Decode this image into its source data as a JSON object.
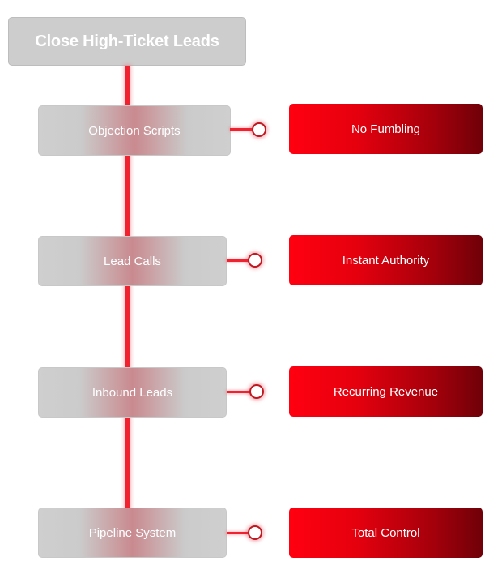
{
  "title": "Close High-Ticket Leads",
  "stages": [
    {
      "label": "Objection Scripts",
      "outcome": "No Fumbling"
    },
    {
      "label": "Lead Calls",
      "outcome": "Instant Authority"
    },
    {
      "label": "Inbound Leads",
      "outcome": "Recurring Revenue"
    },
    {
      "label": "Pipeline System",
      "outcome": "Total Control"
    }
  ],
  "colors": {
    "connector": "#f0222f",
    "stage_box": "#cdcdcd",
    "outcome_start": "#ff0010",
    "outcome_end": "#700008"
  }
}
